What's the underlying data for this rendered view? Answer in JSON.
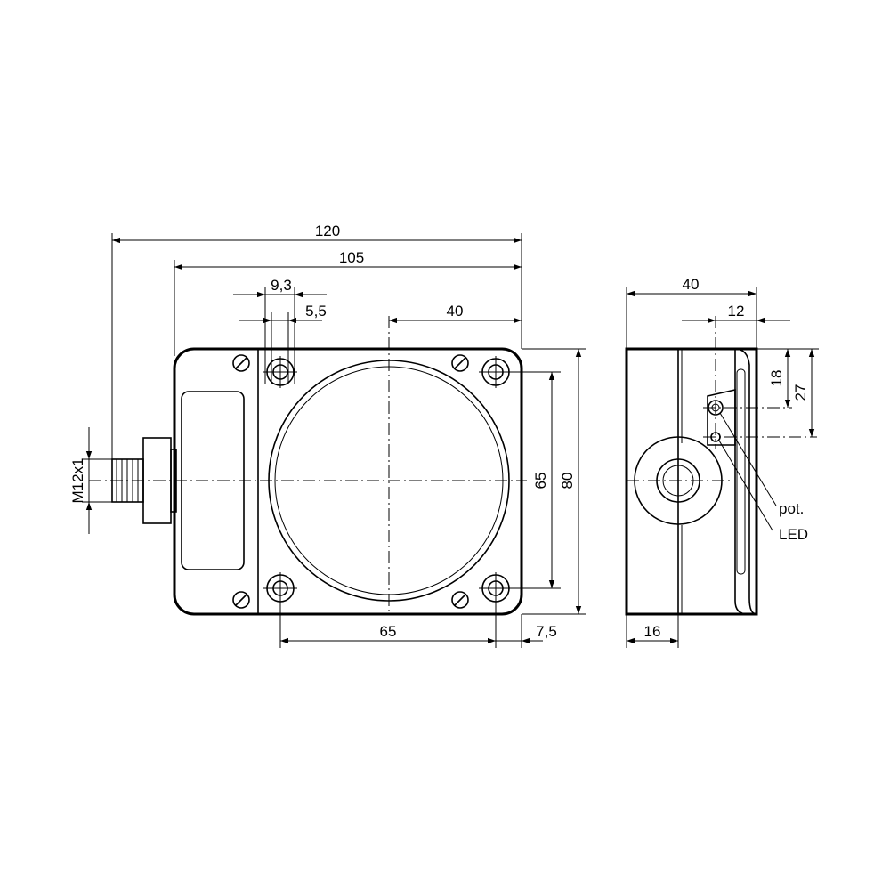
{
  "dimensions": {
    "front_overall_length": "120",
    "front_housing_length": "105",
    "slot_spacing": "9,3",
    "slot_width": "5,5",
    "front_center_offset": "40",
    "hole_spacing_vertical": "65",
    "height": "80",
    "hole_spacing_horizontal": "65",
    "hole_edge_offset": "7,5",
    "connector_thread": "M12x1",
    "side_width": "40",
    "side_offset": "12",
    "pot_offset": "18",
    "led_offset": "27",
    "side_base": "16"
  },
  "labels": {
    "pot": "pot.",
    "led": "LED"
  }
}
